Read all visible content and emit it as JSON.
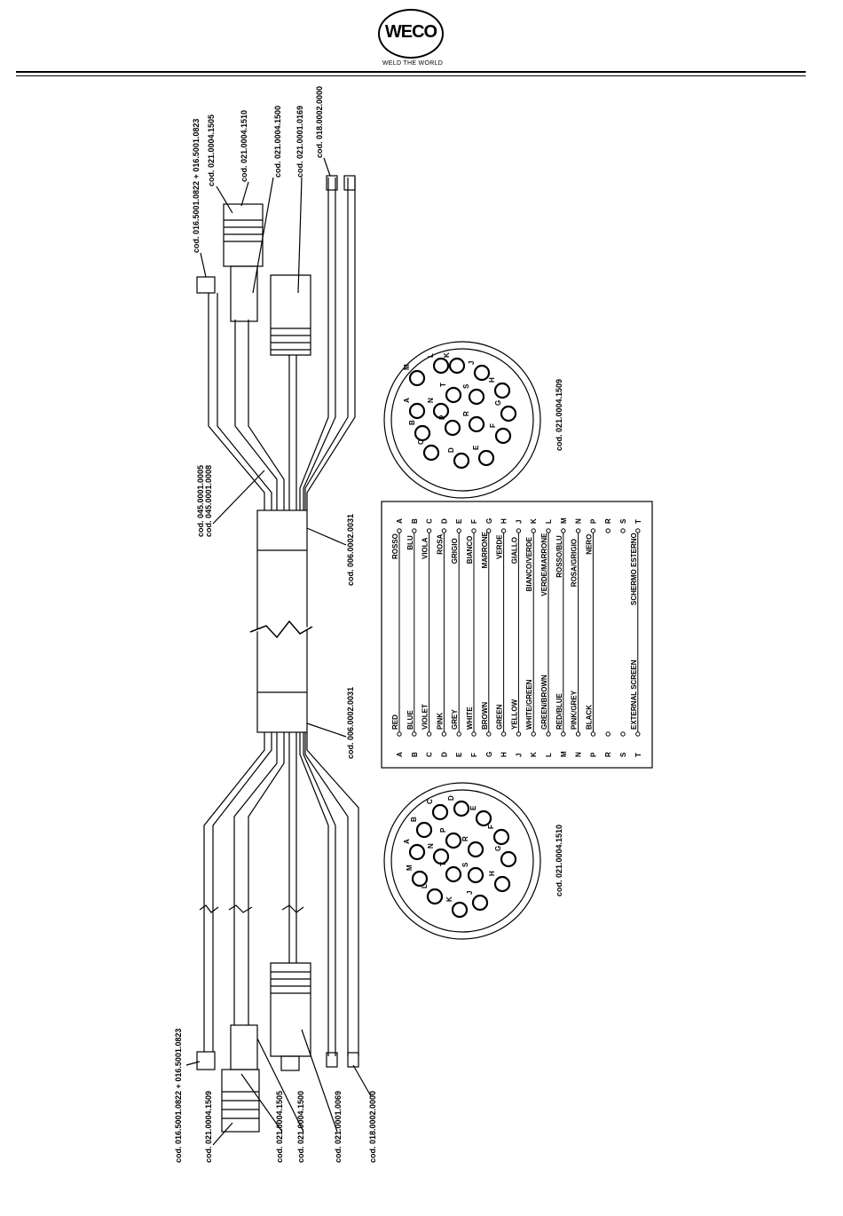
{
  "header": {
    "logo_text": "WECO",
    "tagline": "WELD THE WORLD"
  },
  "top_cable": {
    "labels": [
      "cod. 016.5001.0822 + 016.5001.0823",
      "cod. 021.0004.1505",
      "cod. 021.0004.1510",
      "cod. 021.0004.1500",
      "cod. 021.0001.0169",
      "cod. 018.0002.0000"
    ],
    "joint_label": "cod. 045.0001.0005",
    "joint_label2": "cod. 045.0001.0008",
    "sleeve_label": "cod. 006.0002.0031"
  },
  "bottom_cable": {
    "labels": [
      "cod. 016.5001.0822 + 016.5001.0823",
      "cod. 021.0004.1509",
      "cod. 021.0004.1505",
      "cod. 021.0004.1500",
      "cod. 021.0001.0069",
      "cod. 018.0002.0000"
    ],
    "sleeve_label": "cod. 006.0002.0031"
  },
  "connector_top": {
    "code": "cod. 021.0004.1509",
    "pins": [
      "A",
      "B",
      "C",
      "D",
      "E",
      "F",
      "G",
      "H",
      "J",
      "K",
      "L",
      "M",
      "N",
      "P",
      "R",
      "S",
      "T"
    ]
  },
  "connector_bottom": {
    "code": "cod. 021.0004.1510",
    "pins": [
      "A",
      "B",
      "C",
      "D",
      "E",
      "F",
      "G",
      "H",
      "J",
      "K",
      "L",
      "M",
      "N",
      "P",
      "R",
      "S",
      "T"
    ]
  },
  "wiring": {
    "pins": [
      "A",
      "B",
      "C",
      "D",
      "E",
      "F",
      "G",
      "H",
      "J",
      "K",
      "L",
      "M",
      "N",
      "P",
      "R",
      "S",
      "T"
    ],
    "english": [
      "RED",
      "BLUE",
      "VIOLET",
      "PINK",
      "GREY",
      "WHITE",
      "BROWN",
      "GREEN",
      "YELLOW",
      "WHITE/GREEN",
      "GREEN/BROWN",
      "RED/BLUE",
      "PINK/GREY",
      "BLACK",
      "",
      "",
      "EXTERNAL SCREEN"
    ],
    "italian": [
      "ROSSO",
      "BLU",
      "VIOLA",
      "ROSA",
      "GRIGIO",
      "BIANCO",
      "MARRONE",
      "VERDE",
      "GIALLO",
      "BIANCO/VERDE",
      "VERDE/MARRONE",
      "ROSSO/BLU",
      "ROSA/GRIGIO",
      "NERO",
      "",
      "",
      "SCHERMO ESTERNO"
    ]
  }
}
